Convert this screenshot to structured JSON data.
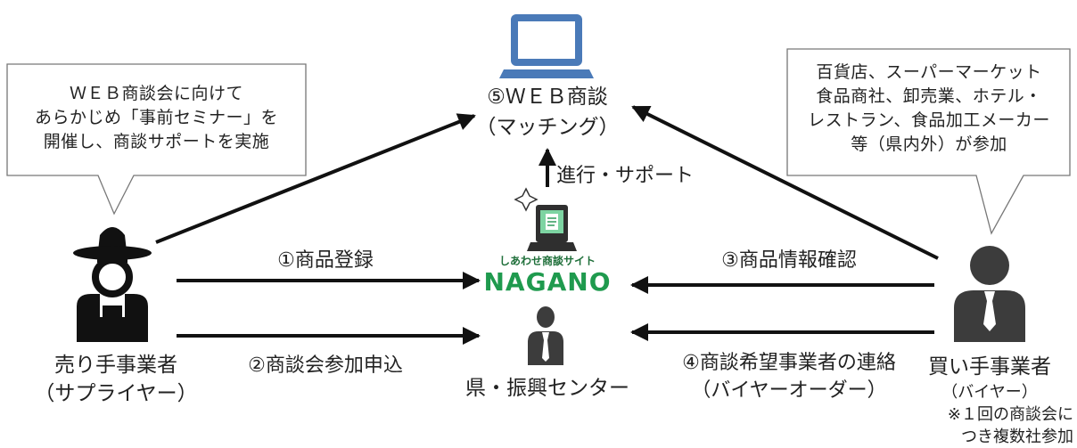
{
  "callout_left": {
    "lines": [
      "ＷＥＢ商談会に向けて",
      "あらかじめ「事前セミナー」を",
      "開催し、商談サポートを実施"
    ]
  },
  "callout_right": {
    "lines": [
      "百貨店、スーパーマーケット",
      "食品商社、卸売業、ホテル・",
      "レストラン、食品加工メーカー",
      "等（県内外）が参加"
    ]
  },
  "center_top": {
    "line1": "⑤ＷＥＢ商談",
    "line2": "（マッチング）"
  },
  "support_label": "進行・サポート",
  "logo": {
    "tagline": "しあわせ商談サイト",
    "name": "NAGANO"
  },
  "center_bottom": "県・振興センター",
  "seller": {
    "line1": "売り手事業者",
    "line2": "（サプライヤー）"
  },
  "buyer": {
    "line1": "買い手事業者",
    "line2": "（バイヤー）",
    "note1": "※１回の商談会に",
    "note2": "つき複数社参加"
  },
  "steps": {
    "s1": "①商品登録",
    "s2": "②商談会参加申込",
    "s3": "③商品情報確認",
    "s4_line1": "④商談希望事業者の連絡",
    "s4_line2": "（バイヤーオーダー）"
  },
  "colors": {
    "arrow": "#111111",
    "icon_blue": "#4a7ab8",
    "icon_dark": "#3c3c3c",
    "logo_green": "#1f9a4e",
    "screen_green": "#7dd4a2",
    "callout_border": "#777777"
  }
}
